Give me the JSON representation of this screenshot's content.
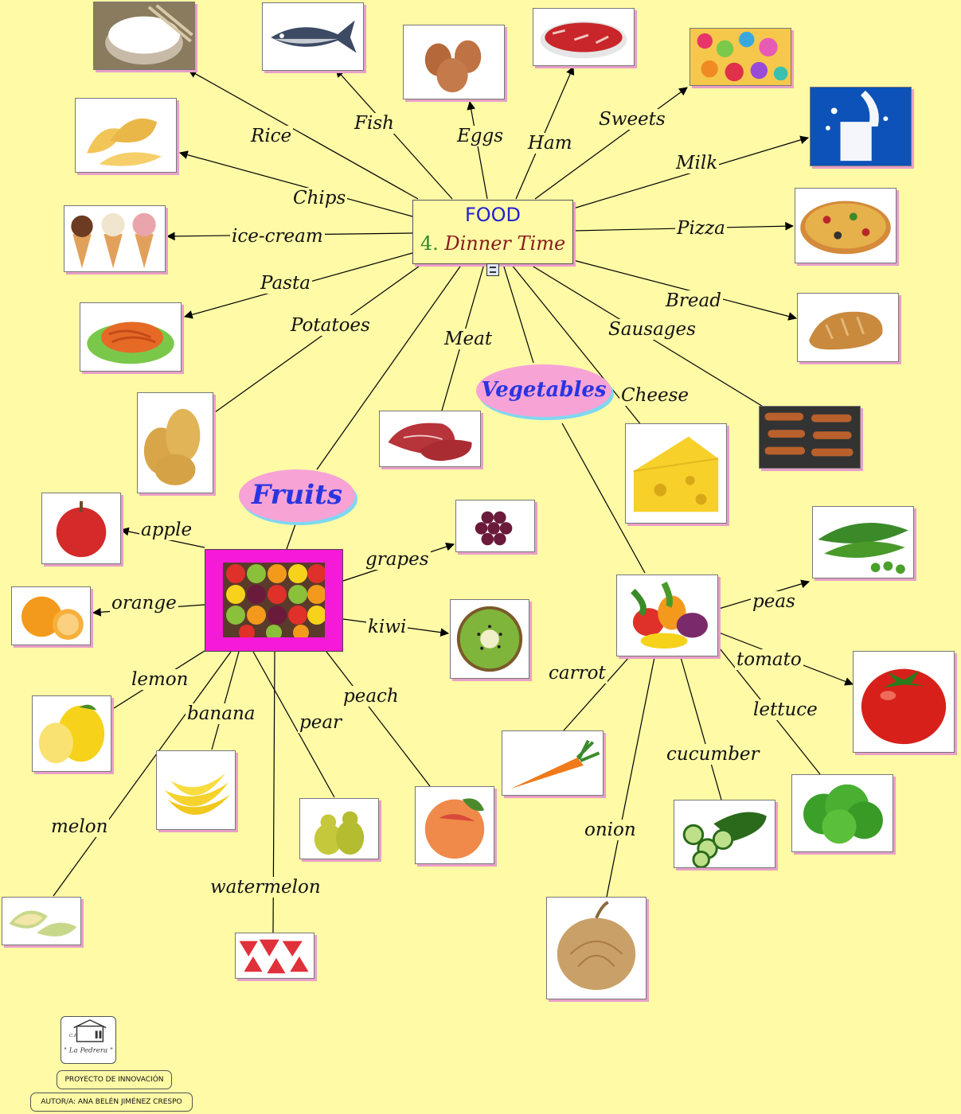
{
  "root": {
    "title": "FOOD",
    "number": "4.",
    "subtitle": "Dinner Time"
  },
  "labels": {
    "rice": "Rice",
    "fish": "Fish",
    "eggs": "Eggs",
    "ham": "Ham",
    "sweets": "Sweets",
    "milk": "Milk",
    "chips": "Chips",
    "ice_cream": "ice-cream",
    "pizza": "Pizza",
    "pasta": "Pasta",
    "bread": "Bread",
    "potatoes": "Potatoes",
    "meat": "Meat",
    "sausages": "Sausages",
    "cheese": "Cheese",
    "apple": "apple",
    "grapes": "grapes",
    "orange": "orange",
    "kiwi": "kiwi",
    "lemon": "lemon",
    "peach": "peach",
    "banana": "banana",
    "pear": "pear",
    "melon": "melon",
    "watermelon": "watermelon",
    "peas": "peas",
    "tomato": "tomato",
    "carrot": "carrot",
    "lettuce": "lettuce",
    "cucumber": "cucumber",
    "onion": "onion"
  },
  "groups": {
    "fruits": "Fruits",
    "vegetables": "Vegetables"
  },
  "colors": {
    "background": "#fefaa6",
    "fruits_box": "#f519d8",
    "oval_fill": "#f7a3d6",
    "oval_shadow": "#7fd7f0",
    "group_text": "#2a35e0",
    "root_title": "#2222cc",
    "root_subtitle": "#8a1c1c"
  },
  "logo": {
    "text": "\" La Pedrera \"",
    "initials": "C.P."
  },
  "credits": {
    "project": "PROYECTO DE INNOVACIÓN",
    "author": "AUTOR/A: ANA BELÉN JIMÉNEZ CRESPO"
  }
}
